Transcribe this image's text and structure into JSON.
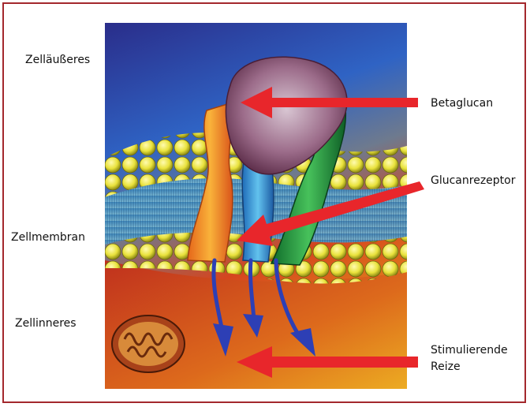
{
  "labels": {
    "outside": "Zelläußeres",
    "membrane": "Zellmembran",
    "inside": "Zellinneres",
    "betaglucan": "Betaglucan",
    "receptor": "Glucanrezeptor",
    "stimuli_line1": "Stimulierende",
    "stimuli_line2": "Reize"
  },
  "colors": {
    "frame": "#a3282d",
    "arrow": "#e8262b",
    "signal_arrow": "#2d3fb5",
    "lipid_head": "#e9e23c",
    "receptor_orange": "#f08a1a",
    "receptor_blue": "#2b8fd8",
    "receptor_green": "#1e9a3a",
    "betaglucan": "#8e5a78"
  }
}
